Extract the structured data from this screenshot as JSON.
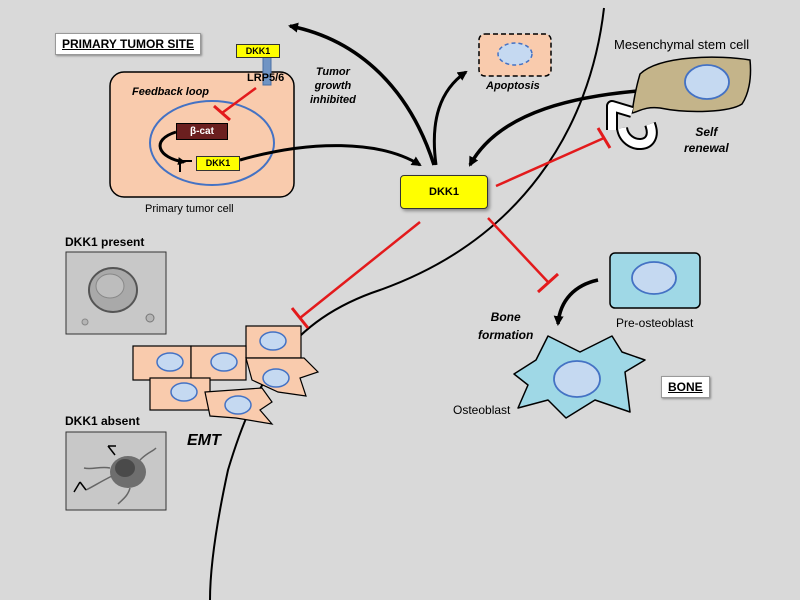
{
  "labels": {
    "primary_tumor_site": "PRIMARY TUMOR SITE",
    "bone": "BONE",
    "mesenchymal_stem_cell": "Mesenchymal stem cell",
    "primary_tumor_cell": "Primary tumor cell",
    "feedback_loop": "Feedback loop",
    "lrp": "LRP5/6",
    "beta_cat": "β-cat",
    "dkk1_receptor": "DKK1",
    "dkk1_gene": "DKK1",
    "dkk1_center": "DKK1",
    "tumor_growth_line1": "Tumor",
    "tumor_growth_line2": "growth",
    "tumor_growth_line3": "inhibited",
    "apoptosis": "Apoptosis",
    "self_line1": "Self",
    "renewal_line2": "renewal",
    "bone_formation_line1": "Bone",
    "bone_formation_line2": "formation",
    "pre_osteoblast": "Pre-osteoblast",
    "osteoblast": "Osteoblast",
    "dkk1_present": "DKK1 present",
    "dkk1_absent": "DKK1 absent",
    "emt": "EMT"
  },
  "colors": {
    "background": "#d9d9d9",
    "tumor_cell_fill": "#f9cbad",
    "dkk1_yellow": "#ffff00",
    "beta_cat_fill": "#6b1f1f",
    "stem_cell_fill": "#c4b48a",
    "osteoblast_fill": "#9fd8e6",
    "nucleus_fill": "#c5d9f1",
    "nucleus_stroke": "#4472c4",
    "inhibition_red": "#e31a1c"
  }
}
